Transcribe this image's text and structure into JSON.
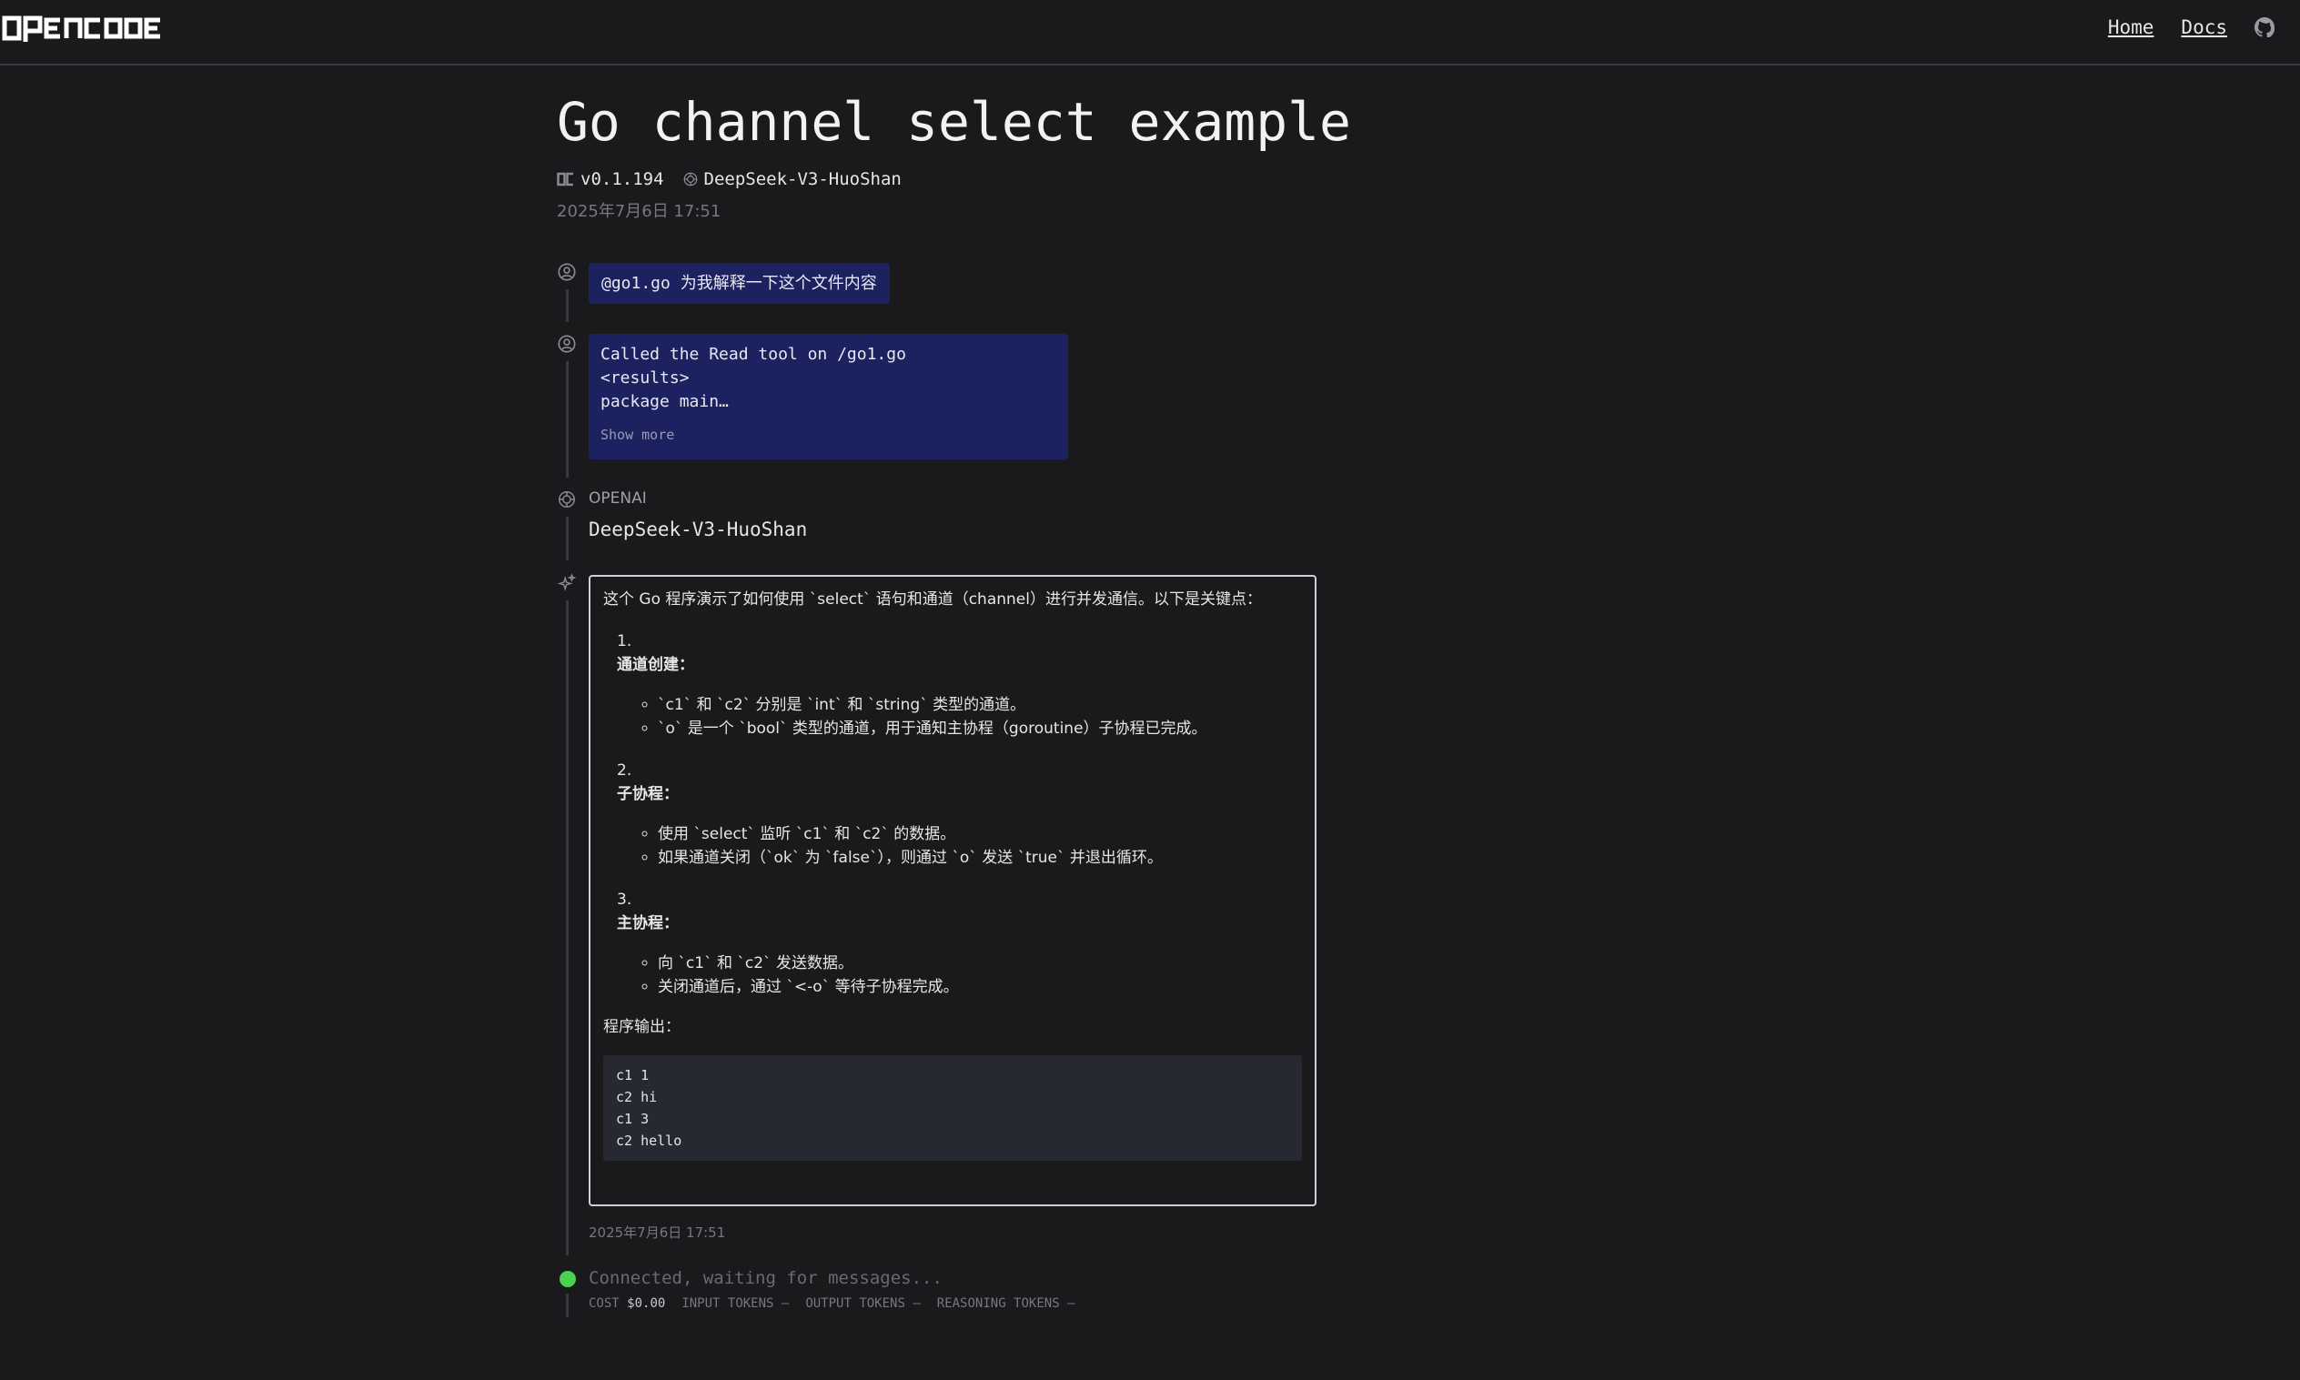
{
  "header": {
    "logo_text": "opencode",
    "nav": [
      {
        "label": "Home"
      },
      {
        "label": "Docs"
      }
    ],
    "github_icon": "github-icon"
  },
  "page": {
    "title": "Go channel select example",
    "version": "v0.1.194",
    "model": "DeepSeek-V3-HuoShan",
    "date": "2025年7月6日 17:51"
  },
  "messages": {
    "user_prompt": "@go1.go 为我解释一下这个文件内容",
    "tool": {
      "lines": [
        "Called the Read tool on /go1.go",
        "<results>",
        "package main…"
      ],
      "show_more": "Show more"
    },
    "provider": "OPENAI",
    "model_name": "DeepSeek-V3-HuoShan",
    "answer": {
      "intro": "这个 Go 程序演示了如何使用 `select` 语句和通道（channel）进行并发通信。以下是关键点：",
      "sections": [
        {
          "num": "1.",
          "heading": "通道创建：",
          "items": [
            "`c1` 和 `c2` 分别是 `int` 和 `string` 类型的通道。",
            "`o` 是一个 `bool` 类型的通道，用于通知主协程（goroutine）子协程已完成。"
          ]
        },
        {
          "num": "2.",
          "heading": "子协程：",
          "items": [
            "使用 `select` 监听 `c1` 和 `c2` 的数据。",
            "如果通道关闭（`ok` 为 `false`），则通过 `o` 发送 `true` 并退出循环。"
          ]
        },
        {
          "num": "3.",
          "heading": "主协程：",
          "items": [
            "向 `c1` 和 `c2` 发送数据。",
            "关闭通道后，通过 `<-o` 等待子协程完成。"
          ]
        }
      ],
      "output_label": "程序输出：",
      "code_lines": [
        "c1 1",
        "c2 hi",
        "c1 3",
        "c2 hello"
      ]
    },
    "answer_time": "2025年7月6日 17:51"
  },
  "status": {
    "text": "Connected, waiting for messages...",
    "cost_label": "COST",
    "cost_value": "$0.00",
    "input_tokens": "INPUT TOKENS —",
    "output_tokens": "OUTPUT TOKENS —",
    "reasoning_tokens": "REASONING TOKENS —",
    "connected_color": "#4bd14b"
  },
  "colors": {
    "background": "#1a1a1d",
    "user_bubble": "#1c2160",
    "code_bg": "#262832"
  }
}
